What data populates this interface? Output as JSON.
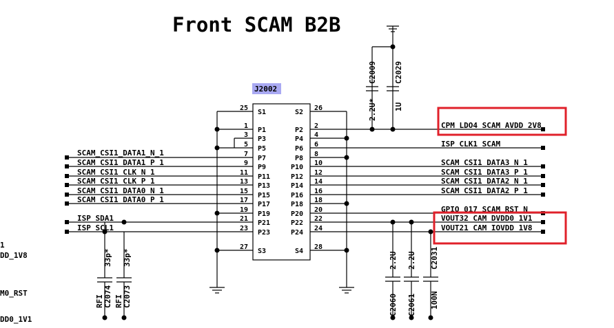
{
  "title": "Front SCAM B2B",
  "connector": {
    "ref": "J2002",
    "ref_bg": "#a9a9f2",
    "left_pins": [
      {
        "num": "25",
        "name": "S1"
      },
      {
        "num": "1",
        "name": "P1"
      },
      {
        "num": "3",
        "name": "P3"
      },
      {
        "num": "5",
        "name": "P5"
      },
      {
        "num": "7",
        "name": "P7"
      },
      {
        "num": "9",
        "name": "P9"
      },
      {
        "num": "11",
        "name": "P11"
      },
      {
        "num": "13",
        "name": "P13"
      },
      {
        "num": "15",
        "name": "P15"
      },
      {
        "num": "17",
        "name": "P17"
      },
      {
        "num": "19",
        "name": "P19"
      },
      {
        "num": "21",
        "name": "P21"
      },
      {
        "num": "23",
        "name": "P23"
      },
      {
        "num": "27",
        "name": "S3"
      }
    ],
    "right_pins": [
      {
        "num": "26",
        "name": "S2"
      },
      {
        "num": "2",
        "name": "P2"
      },
      {
        "num": "4",
        "name": "P4"
      },
      {
        "num": "6",
        "name": "P6"
      },
      {
        "num": "8",
        "name": "P8"
      },
      {
        "num": "10",
        "name": "P10"
      },
      {
        "num": "12",
        "name": "P12"
      },
      {
        "num": "14",
        "name": "P14"
      },
      {
        "num": "16",
        "name": "P16"
      },
      {
        "num": "18",
        "name": "P18"
      },
      {
        "num": "20",
        "name": "P20"
      },
      {
        "num": "22",
        "name": "P22"
      },
      {
        "num": "24",
        "name": "P24"
      },
      {
        "num": "28",
        "name": "S4"
      }
    ]
  },
  "left_nets": [
    "SCAM_CSI1_DATA1_N_1",
    "SCAM_CSI1_DATA1_P_1",
    "SCAM_CSI1_CLK_N_1",
    "SCAM_CSI1_CLK_P_1",
    "SCAM_CSI1_DATA0_N_1",
    "SCAM_CSI1_DATA0_P_1",
    "ISP_SDA1",
    "ISP_SCL1"
  ],
  "right_nets": [
    "CPM_LDO4_SCAM_AVDD_2V8",
    "ISP_CLK1_SCAM",
    "SCAM_CSI1_DATA3_N_1",
    "SCAM_CSI1_DATA3_P_1",
    "SCAM_CSI1_DATA2_N_1",
    "SCAM_CSI1_DATA2_P_1",
    "GPIO_017_SCAM_RST_N",
    "VOUT32_CAM_DVDD0_1V1",
    "VOUT21_CAM_IOVDD_1V8"
  ],
  "left_edge_fragments": [
    "1",
    "DD_1V8",
    "M0_RST",
    "DD0_1V1"
  ],
  "capacitors_top": [
    {
      "ref": "C2009",
      "value": "2.2U*"
    },
    {
      "ref": "C2029",
      "value": "1U"
    }
  ],
  "capacitors_left": [
    {
      "ref": "C2074",
      "value": "33p*",
      "tag": "RFI"
    },
    {
      "ref": "C2073",
      "value": "33p*",
      "tag": "RFI"
    }
  ],
  "capacitors_right": [
    {
      "ref": "C2060",
      "value": "2.2U"
    },
    {
      "ref": "C2061",
      "value": "2.2U"
    },
    {
      "ref": "C2031",
      "value": "100N"
    }
  ],
  "colors": {
    "wire": "#000000",
    "highlight": "#e0202a",
    "ref_label_bg": "#a9a9f2"
  }
}
